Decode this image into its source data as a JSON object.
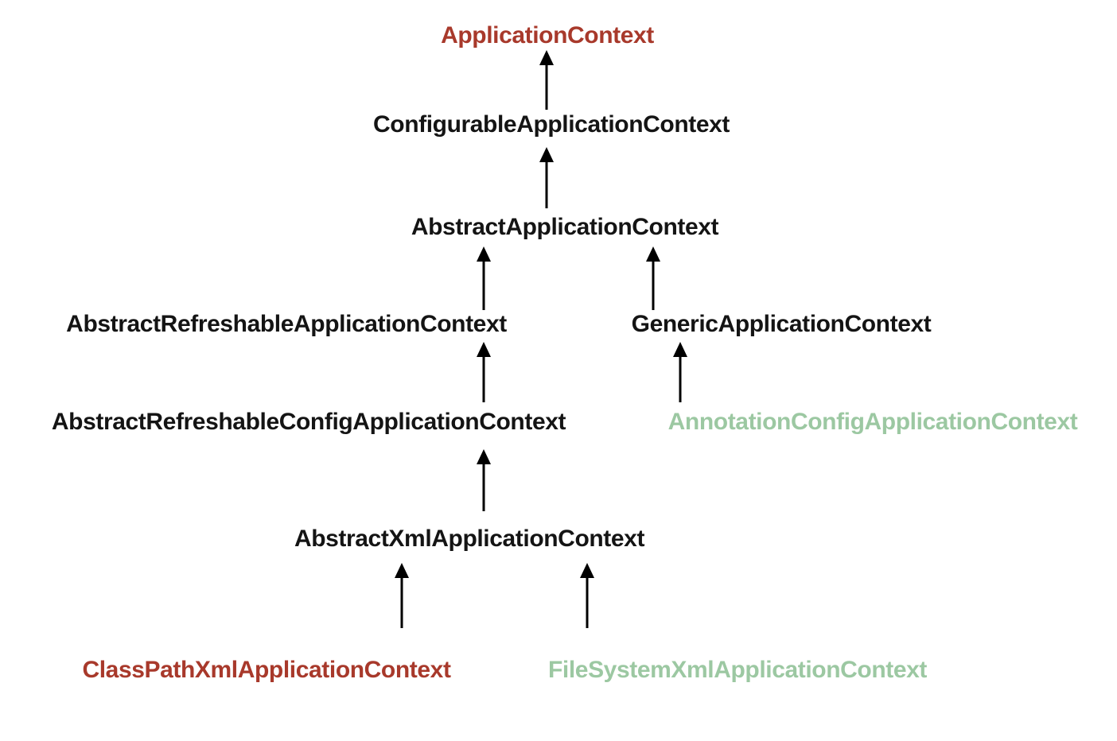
{
  "diagram": {
    "description": "Spring ApplicationContext interface and class inheritance hierarchy",
    "colors": {
      "red": "#A8392B",
      "green": "#9CC8A2",
      "black": "#141414",
      "arrow": "#000000",
      "background": "#FFFFFF"
    },
    "nodes": [
      {
        "id": "application-context",
        "label": "ApplicationContext",
        "color_role": "red"
      },
      {
        "id": "configurable-application-context",
        "label": "ConfigurableApplicationContext",
        "color_role": "black"
      },
      {
        "id": "abstract-application-context",
        "label": "AbstractApplicationContext",
        "color_role": "black"
      },
      {
        "id": "abstract-refreshable-application-context",
        "label": "AbstractRefreshableApplicationContext",
        "color_role": "black"
      },
      {
        "id": "generic-application-context",
        "label": "GenericApplicationContext",
        "color_role": "black"
      },
      {
        "id": "abstract-refreshable-config-application-context",
        "label": "AbstractRefreshableConfigApplicationContext",
        "color_role": "black"
      },
      {
        "id": "annotation-config-application-context",
        "label": "AnnotationConfigApplicationContext",
        "color_role": "green"
      },
      {
        "id": "abstract-xml-application-context",
        "label": "AbstractXmlApplicationContext",
        "color_role": "black"
      },
      {
        "id": "class-path-xml-application-context",
        "label": "ClassPathXmlApplicationContext",
        "color_role": "red"
      },
      {
        "id": "file-system-xml-application-context",
        "label": "FileSystemXmlApplicationContext",
        "color_role": "green"
      }
    ],
    "edges": [
      {
        "from": "ConfigurableApplicationContext",
        "to": "ApplicationContext"
      },
      {
        "from": "AbstractApplicationContext",
        "to": "ConfigurableApplicationContext"
      },
      {
        "from": "AbstractRefreshableApplicationContext",
        "to": "AbstractApplicationContext"
      },
      {
        "from": "GenericApplicationContext",
        "to": "AbstractApplicationContext"
      },
      {
        "from": "AbstractRefreshableConfigApplicationContext",
        "to": "AbstractRefreshableApplicationContext"
      },
      {
        "from": "AnnotationConfigApplicationContext",
        "to": "GenericApplicationContext"
      },
      {
        "from": "AbstractXmlApplicationContext",
        "to": "AbstractRefreshableConfigApplicationContext"
      },
      {
        "from": "ClassPathXmlApplicationContext",
        "to": "AbstractXmlApplicationContext"
      },
      {
        "from": "FileSystemXmlApplicationContext",
        "to": "AbstractXmlApplicationContext"
      }
    ]
  }
}
